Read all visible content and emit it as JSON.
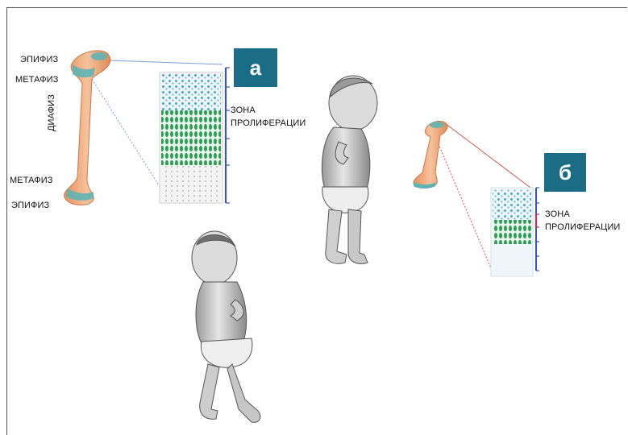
{
  "panel_a": {
    "badge": "а",
    "labels": {
      "epiphysis_top": "ЭПИФИЗ",
      "metaphysis_top": "МЕТАФИЗ",
      "diaphysis": "ДИАФИЗ",
      "metaphysis_bottom": "МЕТАФИЗ",
      "epiphysis_bottom": "ЭПИФИЗ"
    },
    "zone_label_line1": "ЗОНА",
    "zone_label_line2": "ПРОЛИФЕРАЦИИ"
  },
  "panel_b": {
    "badge": "б",
    "zone_label_line1": "ЗОНА",
    "zone_label_line2": "ПРОЛИФЕРАЦИИ"
  },
  "colors": {
    "badge_bg": "#1b6d86",
    "bone": "#f0a878",
    "cartilage": "#5fb3b3",
    "proliferation_green": "#2e9e55",
    "resting_blue": "#49a7c7",
    "scale_bar": "#3a55b0",
    "leader_a": "#7a9fd4",
    "leader_b": "#d9534f"
  }
}
